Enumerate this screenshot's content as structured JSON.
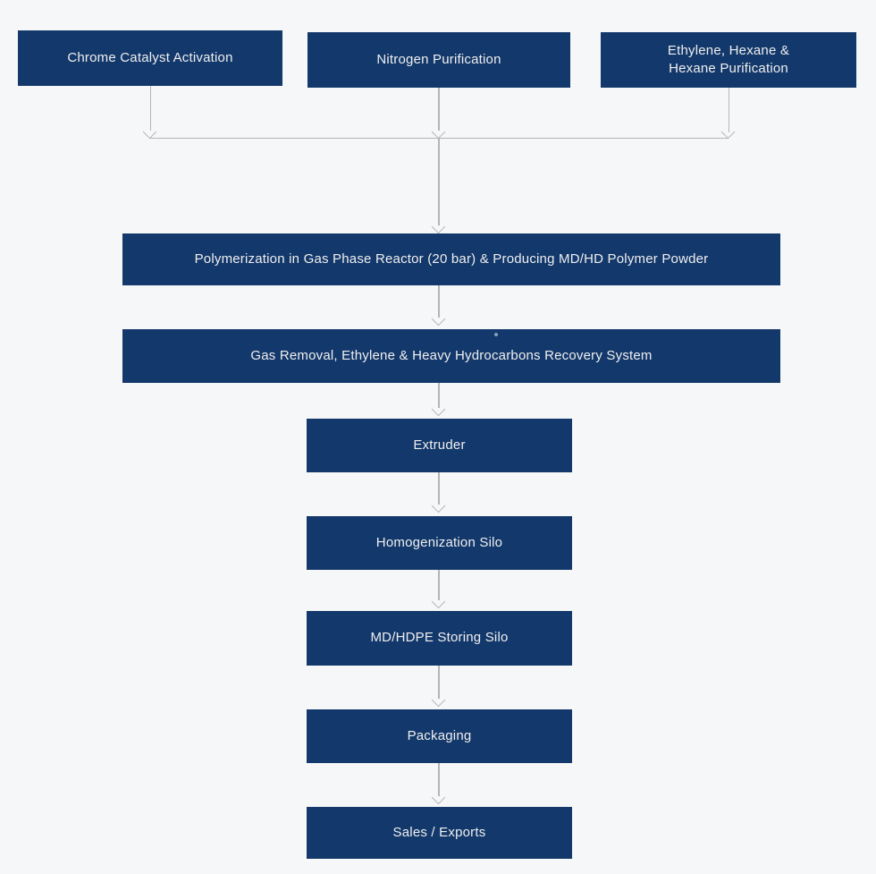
{
  "diagram": {
    "description": "Process flow diagram for MD/HD polyethylene production",
    "colors": {
      "box": "#13386b",
      "text": "#efefef",
      "arrow": "#b5b5b5",
      "background": "#f6f7f8"
    },
    "nodes": {
      "chrome_catalyst": {
        "label": "Chrome Catalyst Activation"
      },
      "nitrogen": {
        "label": "Nitrogen Purification"
      },
      "ethylene_hexane": {
        "label": "Ethylene, Hexane &\nHexane Purification"
      },
      "polymerization": {
        "label": "Polymerization in Gas Phase Reactor (20 bar) & Producing MD/HD Polymer Powder"
      },
      "gas_removal": {
        "label": "Gas Removal, Ethylene & Heavy Hydrocarbons Recovery System"
      },
      "extruder": {
        "label": "Extruder"
      },
      "homogenization_silo": {
        "label": "Homogenization Silo"
      },
      "storing_silo": {
        "label": "MD/HDPE Storing Silo"
      },
      "packaging": {
        "label": "Packaging"
      },
      "sales_exports": {
        "label": "Sales / Exports"
      }
    },
    "edges": [
      "chrome_catalyst -> polymerization",
      "nitrogen -> polymerization",
      "ethylene_hexane -> polymerization",
      "polymerization -> gas_removal",
      "gas_removal -> extruder",
      "extruder -> homogenization_silo",
      "homogenization_silo -> storing_silo",
      "storing_silo -> packaging",
      "packaging -> sales_exports"
    ]
  }
}
